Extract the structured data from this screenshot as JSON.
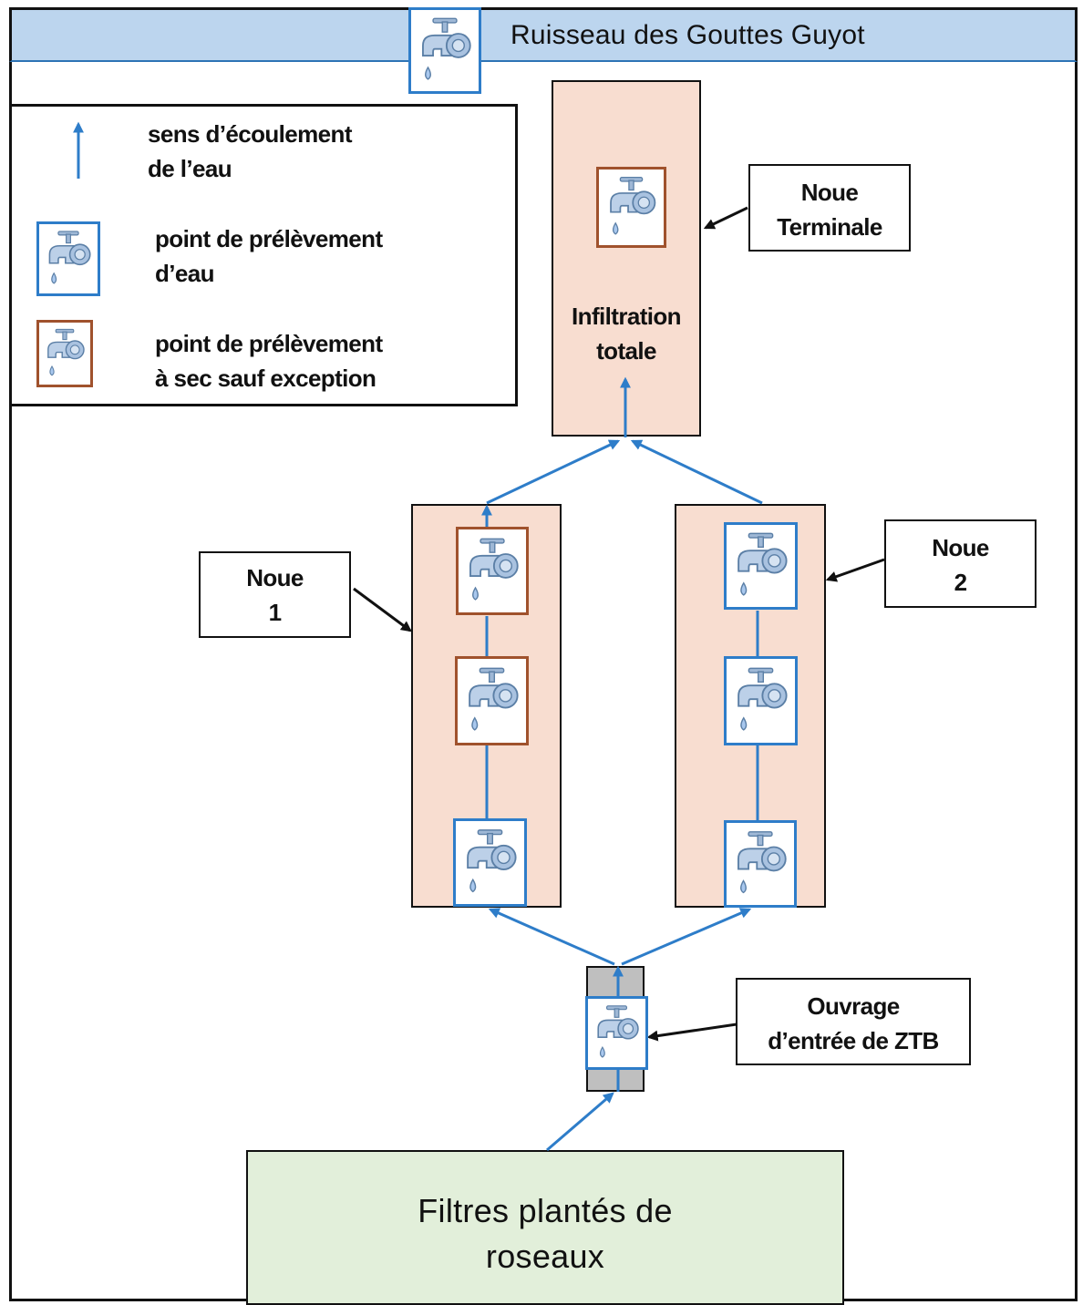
{
  "header": {
    "title": "Ruisseau des Gouttes Guyot"
  },
  "legend": {
    "flow_line1": "sens d’écoulement",
    "flow_line2": "de l’eau",
    "water_line1": "point de prélèvement",
    "water_line2": "d’eau",
    "dry_line1": "point de prélèvement",
    "dry_line2": "à sec sauf exception"
  },
  "labels": {
    "noue_terminale_line1": "Noue",
    "noue_terminale_line2": "Terminale",
    "infiltration_line1": "Infiltration",
    "infiltration_line2": "totale",
    "noue1_line1": "Noue",
    "noue1_line2": "1",
    "noue2_line1": "Noue",
    "noue2_line2": "2",
    "ouvrage_line1": "Ouvrage",
    "ouvrage_line2": "d’entrée de ZTB",
    "filters_line1": "Filtres plantés de",
    "filters_line2": "roseaux"
  },
  "icons": {
    "tap": "water-tap-icon",
    "flow_arrow": "flow-arrow-icon",
    "pointer_arrow": "pointer-arrow-icon"
  },
  "colors": {
    "water_point": "#2e7dc9",
    "dry_point": "#a0522d",
    "noue_fill": "#f8ddd0",
    "river_fill": "#bcd5ee",
    "filters_fill": "#e2efda",
    "ouvrage_fill": "#bfbfbf",
    "flow_line": "#2e7dc9"
  }
}
